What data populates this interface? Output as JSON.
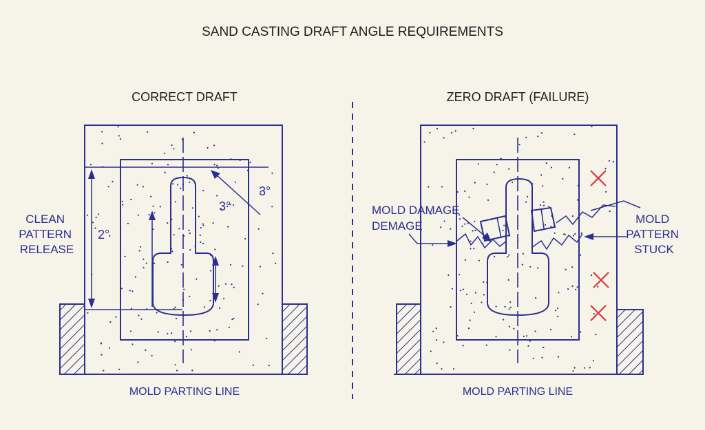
{
  "title": "SAND CASTING DRAFT ANGLE REQUIREMENTS",
  "left_panel": {
    "heading": "CORRECT DRAFT",
    "side_label": [
      "CLEAN",
      "PATTERN",
      "RELEASE"
    ],
    "angle_left": "2°",
    "angle_upper": "3°",
    "angle_right": "3°",
    "parting_label": "MOLD PARTING LINE"
  },
  "right_panel": {
    "heading": "ZERO DRAFT (FAILURE)",
    "damage_label": [
      "MOLD DAMAGE",
      "DEMAGE"
    ],
    "stuck_label": [
      "MOLD",
      "PATTERN",
      "STUCK"
    ],
    "parting_label": "MOLD PARTING LINE",
    "failure_mark_color": "#d9363e"
  },
  "colors": {
    "ink": "#2b2f8f",
    "background": "#f6f3e8",
    "text": "#1e1e1e"
  }
}
